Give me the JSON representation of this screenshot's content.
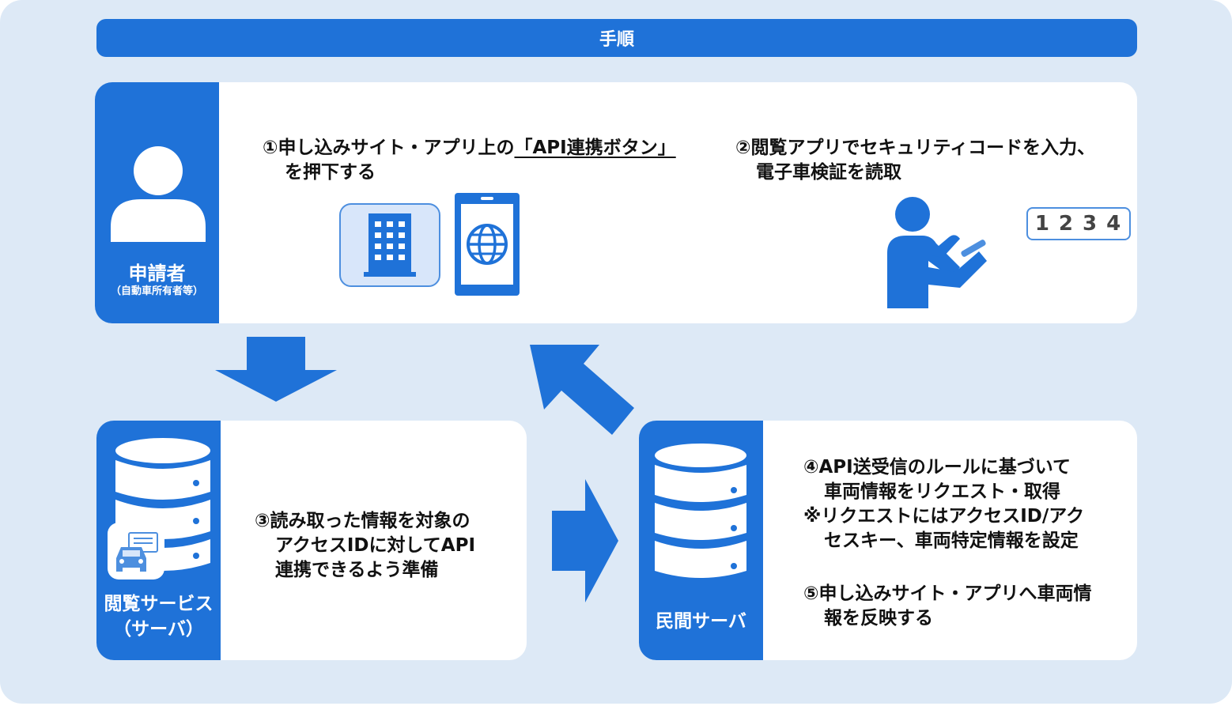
{
  "title": "手順",
  "applicant": {
    "label": "申請者",
    "sublabel": "（自動車所有者等）"
  },
  "step1": {
    "prefix": "①申し込みサイト・アプリ上の",
    "button_text": "「API連携ボタン」",
    "line2": "を押下する"
  },
  "step2": {
    "line1": "②閲覧アプリでセキュリティコードを入力、",
    "line2": "電子車検証を読取"
  },
  "security_code": "1234",
  "viewer_service": {
    "label_line1": "閲覧サービス",
    "label_line2": "（サーバ）"
  },
  "step3": {
    "line1": "③読み取った情報を対象の",
    "line2": "アクセスIDに対してAPI",
    "line3": "連携できるよう準備"
  },
  "private_server": {
    "label": "民間サーバ"
  },
  "step4": {
    "line1": "④API送受信のルールに基づいて",
    "line2": "車両情報をリクエスト・取得",
    "line3": "※リクエストにはアクセスID/アク",
    "line4": "セスキー、車両特定情報を設定"
  },
  "step5": {
    "line1": "⑤申し込みサイト・アプリへ車両情",
    "line2": "報を反映する"
  },
  "colors": {
    "primary": "#1f72d8",
    "background": "#dde9f6",
    "panel": "#ffffff"
  },
  "icons": [
    "user-icon",
    "building-icon",
    "smartphone-globe-icon",
    "person-with-phone-icon",
    "database-icon",
    "car-card-icon"
  ]
}
